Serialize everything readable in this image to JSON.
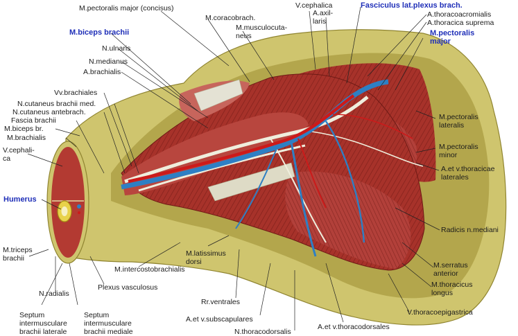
{
  "labels": {
    "pectoralis_major_concisus": "M.pectoralis major (concisus)",
    "v_cephalica_top": "V.cephalica",
    "a_axillaris": "A.axil-\nlaris",
    "fasciculus_lat": "Fasciculus lat.plexus brach.",
    "a_thoracoacromialis": "A.thoracoacromialis",
    "a_thoracica_suprema": "A.thoracica suprema",
    "m_pectoralis_major": "M.pectoralis\nmajor",
    "m_coracobrach": "M.coracobrach.",
    "m_biceps_brachii": "M.biceps brachii",
    "m_musculocutaneus": "M.musculocuta-\nneus",
    "n_ulnaris": "N.ulnaris",
    "n_medianus": "N.medianus",
    "a_brachialis": "A.brachialis",
    "vv_brachiales": "Vv.brachiales",
    "n_cut_brachii_med": "N.cutaneus brachii med.",
    "n_cut_antebrach": "N.cutaneus antebrach.",
    "fascia_brachii": "Fascia brachii",
    "m_biceps_br": "M.biceps br.",
    "m_brachialis": "M.brachialis",
    "v_cephalica_left": "V.cephali-\nca",
    "humerus": "Humerus",
    "m_pectoralis_lateralis": "M.pectoralis\nlateralis",
    "m_pectoralis_minor": "M.pectoralis\nminor",
    "a_v_thoracicae_lat": "A.et v.thoracicae\nlaterales",
    "radicis_n_mediani": "Radicis n.mediani",
    "m_triceps_brachii": "M.triceps\nbrachii",
    "m_latissimus_dorsi": "M.latissimus\ndorsi",
    "m_intercostobrachialis": "M.intercostobrachialis",
    "m_serratus_anterior": "M.serratus\nanterior",
    "n_thoracicus_longus": "M.thoracicus\nlongus",
    "n_radialis": "N.radialis",
    "plexus_vasculosus": "Plexus vasculosus",
    "rr_ventrales": "Rr.ventrales",
    "v_thoracoepigastrica": "V.thoracoepigastrica",
    "septum_lat": "Septum\nintermusculare\nbrachii laterale",
    "septum_med": "Septum\nintermusculare\nbrachii mediale",
    "a_v_subscapulares": "A.et v.subscapulares",
    "a_v_thoracodorsales": "A.et v.thoracodorsales",
    "n_thoracodorsalis": "N.thoracodorsalis"
  },
  "colors": {
    "skin": "#cfc56e",
    "skin_dark": "#a79b3f",
    "muscle": "#a7322a",
    "muscle_light": "#c7655c",
    "artery": "#cc1a1a",
    "vein": "#2e7fc4",
    "nerve": "#ececd8",
    "label_blue": "#1f2fb8",
    "bone": "#e8d24a"
  }
}
